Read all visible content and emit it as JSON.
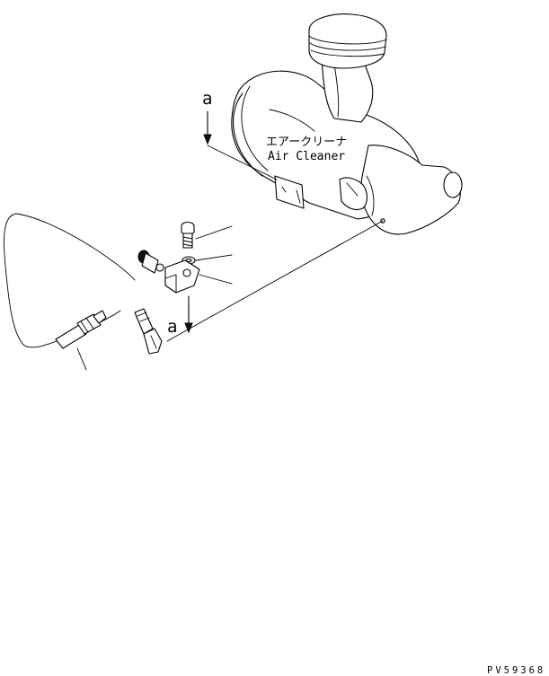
{
  "labels": {
    "part_name_jp": "エアークリーナ",
    "part_name_en": "Air Cleaner",
    "view_marker_top": "a",
    "view_marker_bottom": "a",
    "drawing_code": "PV59368"
  }
}
